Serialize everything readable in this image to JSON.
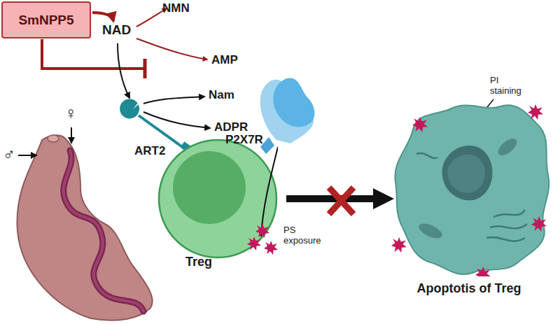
{
  "diagram": {
    "nodes": [
      {
        "text": [
          "SmNPP5"
        ]
      },
      {
        "text": [
          "Treg"
        ]
      },
      {
        "text": [
          "Apoptotis of Treg"
        ]
      }
    ],
    "edges": [
      {
        "from": 1,
        "to": 2,
        "arrow": "to"
      }
    ],
    "labels": [
      "NMN",
      "AMP",
      "NAD",
      "Nam",
      "ADPR",
      "ART2",
      "P2X7R",
      "PS exposure",
      "PI staining",
      "♂",
      "♀"
    ]
  }
}
